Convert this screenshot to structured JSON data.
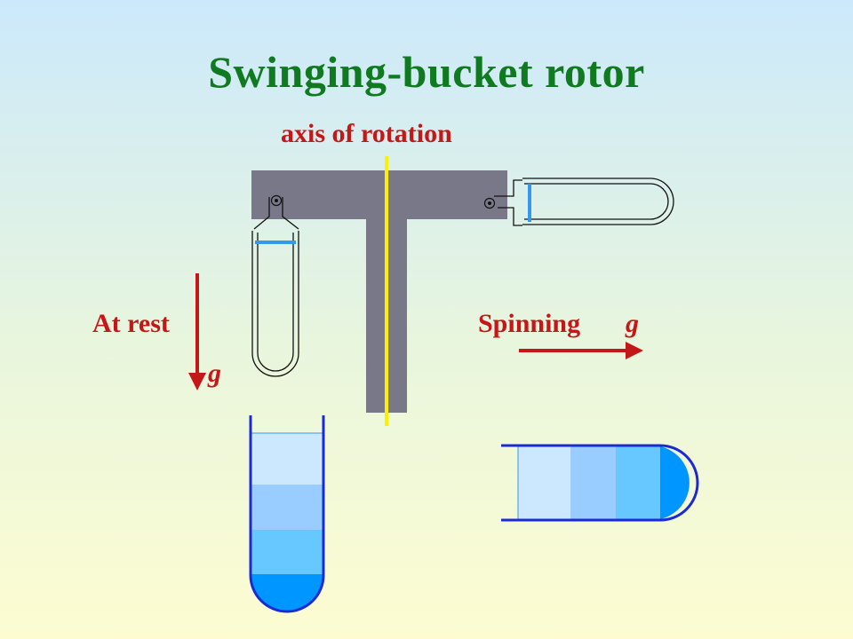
{
  "title": "Swinging-bucket rotor",
  "labels": {
    "axis": "axis of rotation",
    "at_rest": "At rest",
    "spinning": "Spinning",
    "g_rest": "g",
    "g_spin": "g"
  },
  "colors": {
    "title": "#0f7a1f",
    "label": "#c41818",
    "rotor": "#787888",
    "axis_line": "#ffee00",
    "tube_outline": "#1a2bd6",
    "band_1": "#cce8ff",
    "band_2": "#99ccff",
    "band_3": "#66c8ff",
    "band_4": "#0096ff",
    "meniscus": "#3399ee"
  }
}
